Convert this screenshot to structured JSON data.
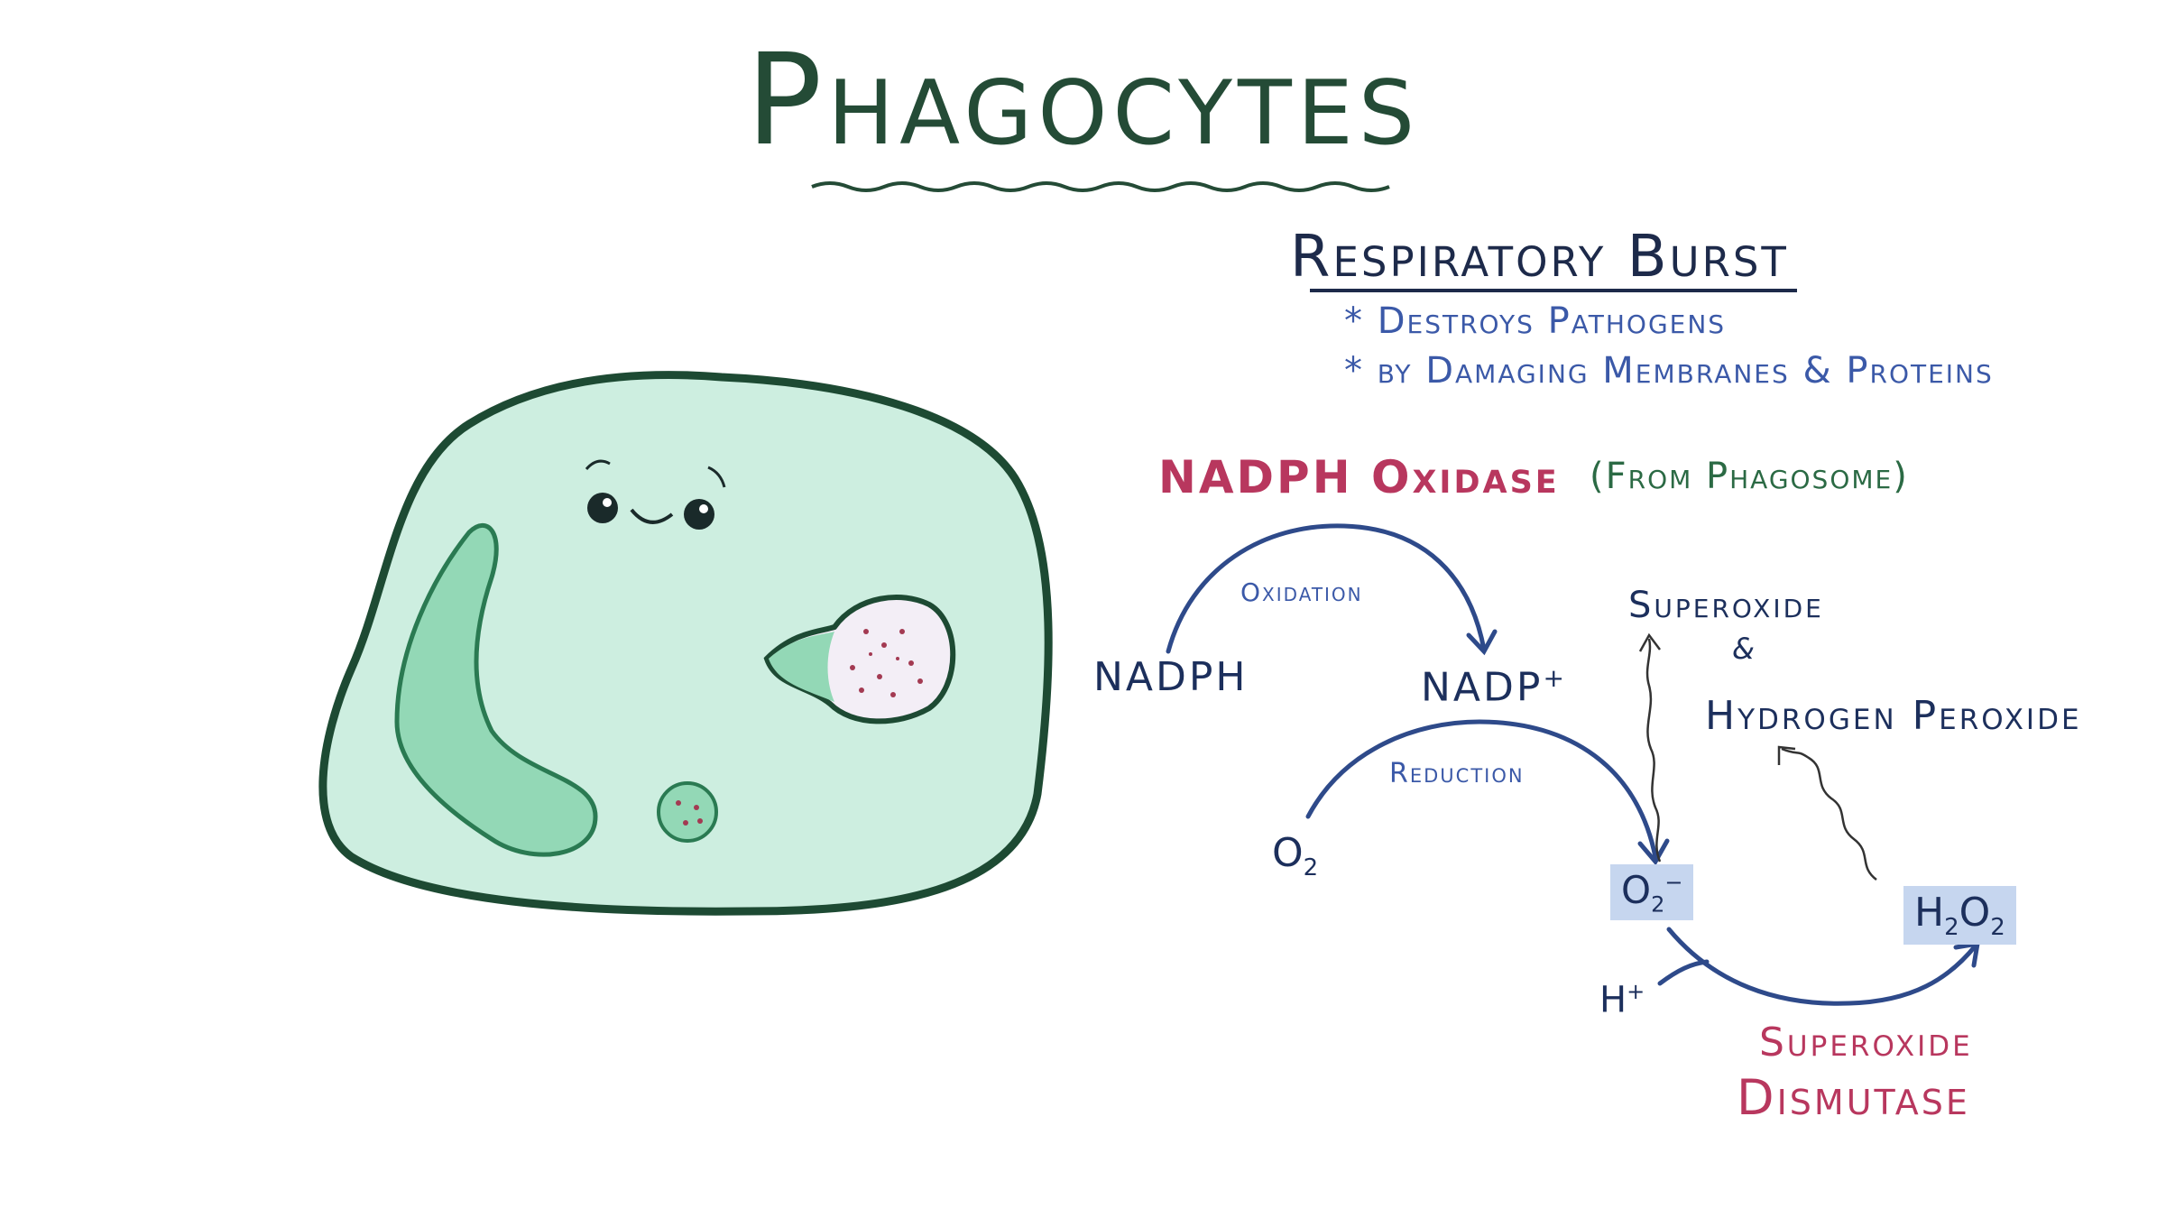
{
  "title": "Phagocytes",
  "respiratory_burst": {
    "heading": "Respiratory Burst",
    "bullets": [
      "* Destroys Pathogens",
      "* by Damaging Membranes & Proteins"
    ]
  },
  "nadph_oxidase": {
    "label": "NADPH Oxidase",
    "note": "(From Phagosome)"
  },
  "reactions": {
    "nadph": "NADPH",
    "oxidation": "Oxidation",
    "nadp": "NADP",
    "nadp_sup": "+",
    "o2": "O",
    "o2_sub": "2",
    "reduction": "Reduction",
    "superoxide_ion": "O",
    "superoxide_ion_sub": "2",
    "superoxide_ion_sup": "−",
    "h_plus": "H",
    "h_plus_sup": "+",
    "h2o2_a": "H",
    "h2o2_sub1": "2",
    "h2o2_b": "O",
    "h2o2_sub2": "2",
    "superoxide": "Superoxide",
    "ampersand": "&",
    "hydrogen_peroxide": "Hydrogen Peroxide",
    "enzyme_line1": "Superoxide",
    "enzyme_line2": "Dismutase"
  },
  "colors": {
    "title_green": "#244b36",
    "cell_fill": "#cdeee0",
    "cell_outline": "#1d4a33",
    "arrow_blue": "#2e4a8a",
    "enzyme_red": "#b8375e",
    "highlight_box": "#c6d6ef"
  }
}
